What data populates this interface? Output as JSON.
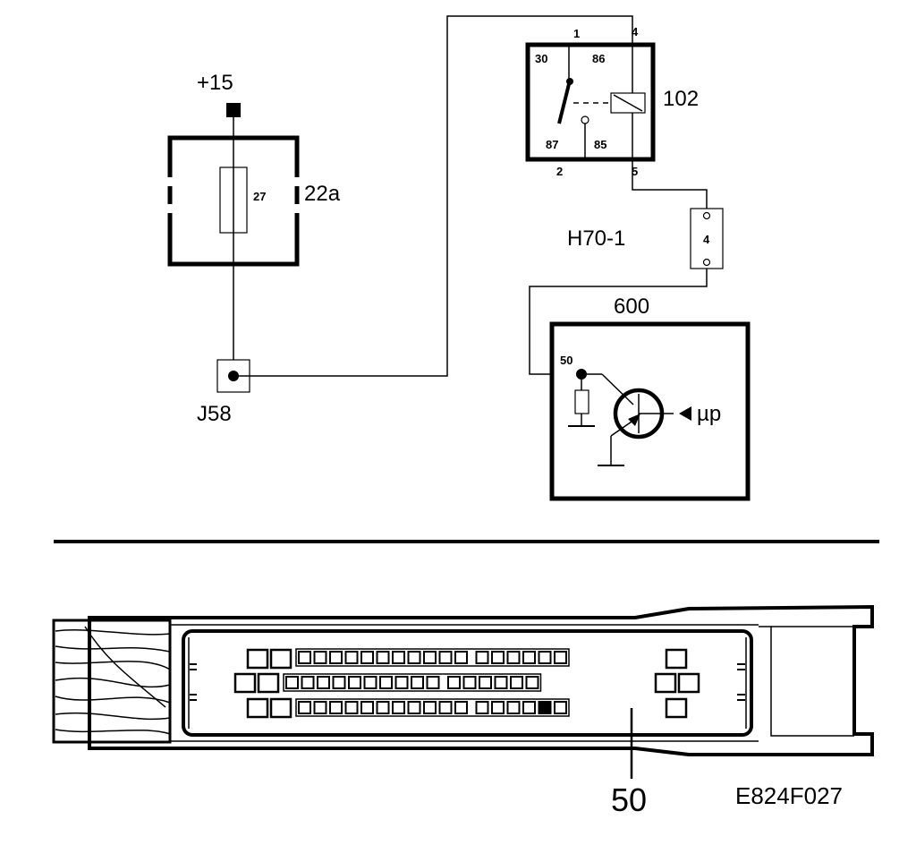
{
  "labels": {
    "supply": "+15",
    "fuse_box": "22a",
    "fuse": "27",
    "splice": "J58",
    "relay": "102",
    "relay_pin_30": "30",
    "relay_pin_86": "86",
    "relay_pin_87": "87",
    "relay_pin_85": "85",
    "relay_term_1": "1",
    "relay_term_4": "4",
    "relay_term_2": "2",
    "relay_term_5": "5",
    "connector": "H70-1",
    "connector_pin": "4",
    "ecu": "600",
    "ecu_pin": "50",
    "microprocessor": "µp",
    "pin_callout": "50",
    "drawing_code": "E824F027"
  },
  "colors": {
    "line": "#000000",
    "background": "#ffffff"
  },
  "connector_view": {
    "row_pins": [
      17,
      16,
      17
    ],
    "highlighted_row": 3,
    "highlighted_pin": 16
  }
}
